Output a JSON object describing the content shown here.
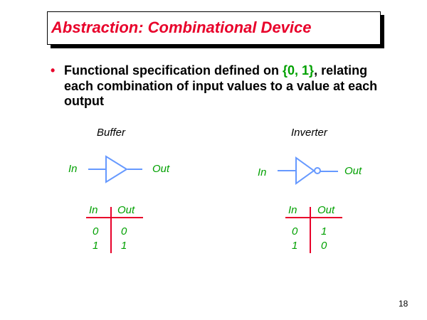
{
  "title": "Abstraction: Combinational Device",
  "bullet": {
    "text_before": "Functional specification defined on ",
    "highlight": "{0, 1}",
    "text_after": ", relating each combination of input values to a value at each output"
  },
  "buffer": {
    "caption": "Buffer",
    "in_label": "In",
    "out_label": "Out",
    "table": {
      "headers": [
        "In",
        "Out"
      ],
      "rows": [
        [
          "0",
          "0"
        ],
        [
          "1",
          "1"
        ]
      ]
    }
  },
  "inverter": {
    "caption": "Inverter",
    "in_label": "In",
    "out_label": "Out",
    "table": {
      "headers": [
        "In",
        "Out"
      ],
      "rows": [
        [
          "0",
          "1"
        ],
        [
          "1",
          "0"
        ]
      ]
    }
  },
  "page_number": "18",
  "colors": {
    "title": "#e8002a",
    "highlight": "#00a000",
    "gate": "#6699ff",
    "table_rule": "#e8002a"
  }
}
